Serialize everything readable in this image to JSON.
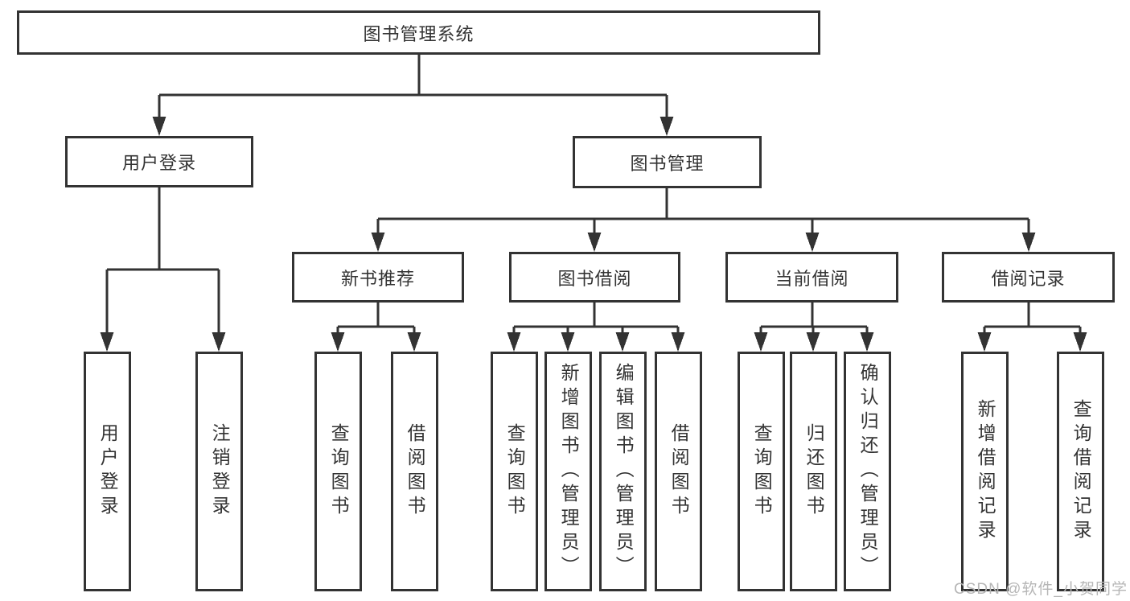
{
  "diagram": {
    "root": {
      "label": "图书管理系统"
    },
    "user_login": {
      "label": "用户登录",
      "children": [
        {
          "label": "用户登录"
        },
        {
          "label": "注销登录"
        }
      ]
    },
    "book_management": {
      "label": "图书管理",
      "children": [
        {
          "label": "新书推荐",
          "children": [
            {
              "label": "查询图书"
            },
            {
              "label": "借阅图书"
            }
          ]
        },
        {
          "label": "图书借阅",
          "children": [
            {
              "label": "查询图书"
            },
            {
              "label": "新增图书（管理员）"
            },
            {
              "label": "编辑图书（管理员）"
            },
            {
              "label": "借阅图书"
            }
          ]
        },
        {
          "label": "当前借阅",
          "children": [
            {
              "label": "查询图书"
            },
            {
              "label": "归还图书"
            },
            {
              "label": "确认归还（管理员）"
            }
          ]
        },
        {
          "label": "借阅记录",
          "children": [
            {
              "label": "新增借阅记录"
            },
            {
              "label": "查询借阅记录"
            }
          ]
        }
      ]
    },
    "colors": {
      "line": "#333333",
      "box_border": "#333333",
      "box_fill": "#ffffff",
      "text": "#333333",
      "watermark": "#b6b6b6"
    },
    "watermark": "CSDN @软件_小贺同学"
  }
}
